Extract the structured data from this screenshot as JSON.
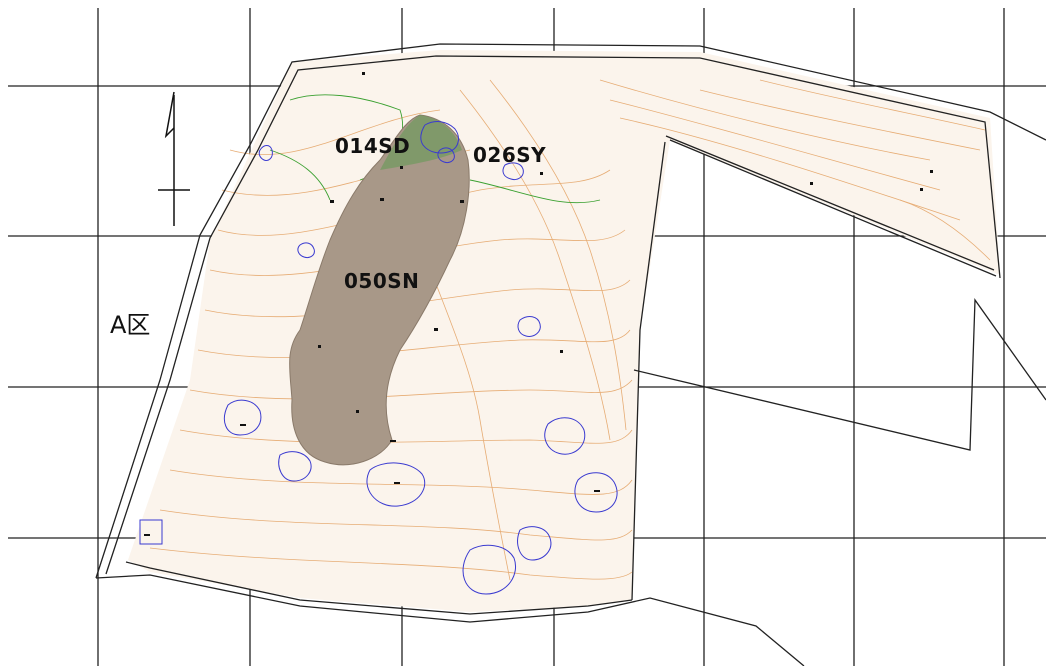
{
  "map": {
    "area_label": "A区",
    "feature_labels": {
      "sd": "014SD",
      "sy": "026SY",
      "sn": "050SN"
    },
    "north_arrow": "north-arrow-icon",
    "colors": {
      "grid": "#222222",
      "boundary": "#222222",
      "contour": "#e3a060",
      "contour_fill": "#f6e2cc",
      "feature_sn": "#a89888",
      "vegetation": "#3aa030",
      "pits": "#3a3ad0"
    }
  }
}
